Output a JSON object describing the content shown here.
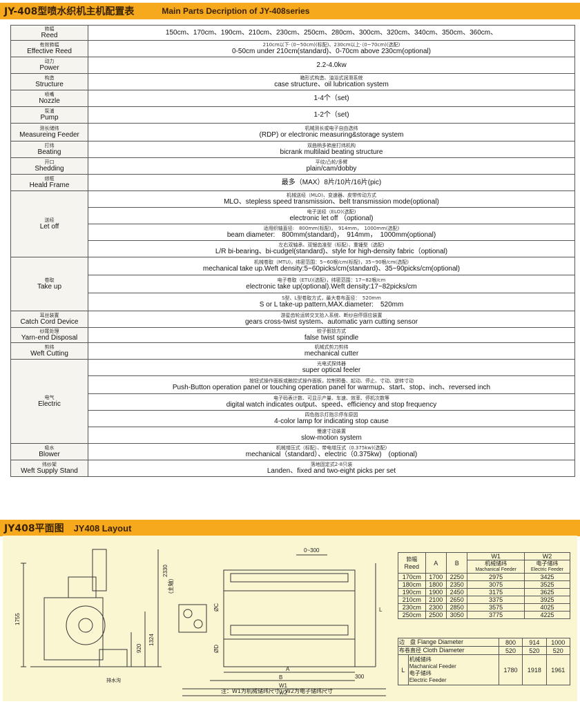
{
  "header": {
    "title_cn": "JY-408型喷水织机主机配置表",
    "title_en": "Main Parts Decription of JY-408series"
  },
  "spec_rows": [
    {
      "cn": "筘幅",
      "en": "Reed",
      "lines": [
        {
          "en": "150cm、170cm、190cm、210cm、230cm、250cm、280cm、300cm、320cm、340cm、350cm、360cm、"
        }
      ]
    },
    {
      "cn": "有效筘幅",
      "en": "Effective Reed",
      "lines": [
        {
          "cn": "210cm以下·（0~50cm)(标配)、230cm以上·（0~70cm)(选配)",
          "en": "0-50cm under 210cm(standard)、0-70cm above 230cm(optional)"
        }
      ]
    },
    {
      "cn": "动力",
      "en": "Power",
      "lines": [
        {
          "en": "2.2-4.0kw"
        }
      ]
    },
    {
      "cn": "构造",
      "en": "Structure",
      "lines": [
        {
          "cn": "箱形式构造、油浴式润滑系统",
          "en": "case structure、oil lubrication system"
        }
      ]
    },
    {
      "cn": "喷嘴",
      "en": "Nozzle",
      "lines": [
        {
          "en": "1-4个（set)"
        }
      ]
    },
    {
      "cn": "泵浦",
      "en": "Pump",
      "lines": [
        {
          "en": "1-2个（set)"
        }
      ]
    },
    {
      "cn": "测长储纬",
      "en": "Measureing Feeder",
      "lines": [
        {
          "cn": "机械测长或电子自由选纬",
          "en": "(RDP) or electronic measuring&storage system"
        }
      ]
    },
    {
      "cn": "打纬",
      "en": "Beating",
      "lines": [
        {
          "cn": "双曲柄多筘座打纬机构",
          "en": "bicrank multilaid beating structure"
        }
      ]
    },
    {
      "cn": "开口",
      "en": "Shedding",
      "lines": [
        {
          "cn": "平纹/凸轮/多臂",
          "en": "plain/cam/dobby"
        }
      ]
    },
    {
      "cn": "综框",
      "en": "Heald Frame",
      "lines": [
        {
          "en": "最多（MAX）8片/10片/16片(pic)"
        }
      ]
    },
    {
      "cn": "送经",
      "en": "Let off",
      "lines": [
        {
          "cn": "机械送经（MLO)、变速器、皮带传动方式",
          "en": "MLO、stepless speed transmission、belt transmission mode(optional)"
        },
        {
          "cn": "电子送经（ELO)(选配)",
          "en": "electronic let off （optional)"
        },
        {
          "cn": "适用织轴直径:　800mm(标配)，　914mm，　1000mm(选配)",
          "en": "beam diameter:　800mm(standard)，　914mm，　1000mm(optional)"
        },
        {
          "cn": "左右双轴承、双锯齿准型（标配）、重锤型（选配)",
          "en": "L/R bi-bearing、bi-cudgel(standard)、style for high-density fabric（optional)"
        }
      ]
    },
    {
      "cn": "卷取",
      "en": "Take up",
      "lines": [
        {
          "cn": "机械卷取（MTU)，纬密范围：5~60根/cm(标配)，35~90根/cm(选配)",
          "en": "mechanical take up.Weft density:5~60picks/cm(standard)、35~90picks/cm(optional)"
        },
        {
          "cn": "电子卷取（ETU)(选配)，纬密范围：17~82根/cm",
          "en": "electronic take up(optional).Weft density:17~82picks/cm"
        },
        {
          "cn": "S型、L型卷取方式，最大卷布直径：　520mm",
          "en": "S or L take-up pattern,MAX.diameter:　520mm"
        }
      ]
    },
    {
      "cn": "耳丝装置",
      "en": "Catch Cord Device",
      "lines": [
        {
          "cn": "游星齿轮运转交叉拾入系统、断纱自停感应装置",
          "en": "gears cross-twist system、automatic yarn cutting sensor"
        }
      ]
    },
    {
      "cn": "纱尾处理",
      "en": "Yarn-end Disposal",
      "lines": [
        {
          "cn": "绞子假捻方式",
          "en": "false twist spindle"
        }
      ]
    },
    {
      "cn": "剪纬",
      "en": "Weft Cutting",
      "lines": [
        {
          "cn": "机械式剪刀剪纬",
          "en": "mechanical cutter"
        }
      ]
    },
    {
      "cn": "电气",
      "en": "Electric",
      "lines": [
        {
          "cn": "光电式探纬器",
          "en": "super optical feeler"
        },
        {
          "cn": "按钮式操作面板或触控式操作面板，控制预备、起动、停止、寸动、逆转寸动",
          "en": "Push-Button operation panel or touching operation panel for warmup、start、stop、inch、reversed inch"
        },
        {
          "cn": "电子码表计数、可显示产量、车速、效率、停机次数等",
          "en": "digital watch indicates output、speed、efficiency and stop frequency"
        },
        {
          "cn": "四色指示灯指示停车原因",
          "en": "4-color lamp for indicating stop cause"
        },
        {
          "cn": "慢速寸动装置",
          "en": "slow-motion system"
        }
      ]
    },
    {
      "cn": "吸水",
      "en": "Blower",
      "lines": [
        {
          "cn": "机械增压式（标配）、带电增压式（0.375kw)(选配)",
          "en": "mechanical（standard）、electric（0.375kw)　(optional)"
        }
      ]
    },
    {
      "cn": "纬纱架",
      "en": "Weft Supply Stand",
      "lines": [
        {
          "cn": "落地固定式2-8只装",
          "en": "Landen、fixed and two-eight picks per set"
        }
      ]
    }
  ],
  "layout_header": {
    "title_cn": "JY408平面图",
    "title_en": "JY408 Layout"
  },
  "drawing_labels": {
    "d300_top": "0~300",
    "d2330": "2330",
    "main": "(主轴)",
    "d1755": "1755",
    "d1324": "1324",
    "d920": "920",
    "oc": "ØC",
    "od": "ØD",
    "a": "A",
    "b": "B",
    "w1": "W1",
    "w2": "W2",
    "l": "L",
    "d300": "300",
    "drain": "排水沟",
    "note": "注：W1为机械储纬尺寸；W2为电子储纬尺寸"
  },
  "dim_table": {
    "head": {
      "reed_cn": "筘幅",
      "reed_en": "Reed",
      "a": "A",
      "b": "B",
      "w1": "W1",
      "w2": "W2",
      "w1_cn": "机械储纬",
      "w1_en": "Machanical Feeder",
      "w2_cn": "电子储纬",
      "w2_en": "Electric Feeder"
    },
    "rows": [
      [
        "170cm",
        "1700",
        "2250",
        "2975",
        "3425"
      ],
      [
        "180cm",
        "1800",
        "2350",
        "3075",
        "3525"
      ],
      [
        "190cm",
        "1900",
        "2450",
        "3175",
        "3625"
      ],
      [
        "210cm",
        "2100",
        "2650",
        "3375",
        "3925"
      ],
      [
        "230cm",
        "2300",
        "2850",
        "3575",
        "4025"
      ],
      [
        "250cm",
        "2500",
        "3050",
        "3775",
        "4225"
      ]
    ]
  },
  "diam_table": {
    "flange": {
      "cn": "边　盘",
      "en": "Flange Diameter",
      "v": [
        "800",
        "914",
        "1000"
      ]
    },
    "cloth": {
      "cn": "布卷直径",
      "en": "Cloth Diameter",
      "v": [
        "520",
        "520",
        "520"
      ]
    },
    "l": {
      "label": "L",
      "mf_cn": "机械储纬",
      "mf_en": "Machanical Feeder",
      "ef_cn": "电子储纬",
      "ef_en": "Electric Feeder",
      "v": [
        "1780",
        "1918",
        "1961"
      ]
    }
  }
}
